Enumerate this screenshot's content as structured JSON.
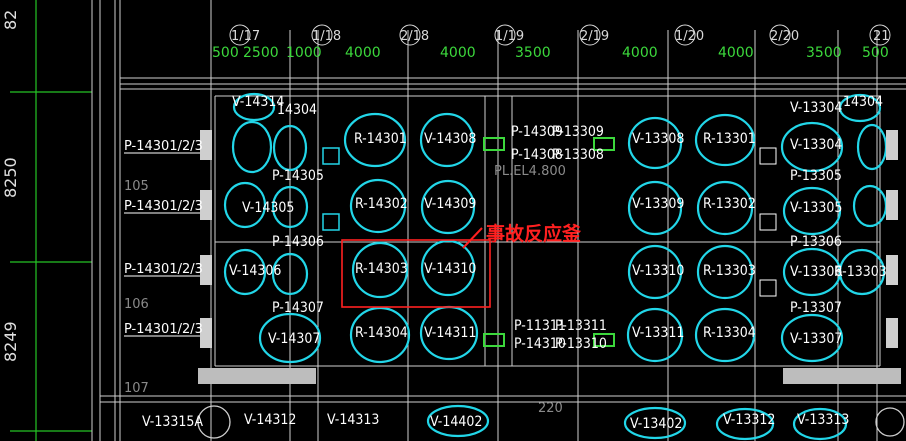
{
  "grid_axes": [
    {
      "label": "1/17"
    },
    {
      "label": "1/18"
    },
    {
      "label": "2/18"
    },
    {
      "label": "1/19"
    },
    {
      "label": "2/19"
    },
    {
      "label": "1/20"
    },
    {
      "label": "2/20"
    },
    {
      "label": "21"
    }
  ],
  "spacing_dims": [
    "500",
    "2500",
    "1000",
    "4000",
    "4000",
    "3500",
    "4000",
    "4000",
    "3500",
    "500"
  ],
  "left_dims": [
    {
      "text": "82"
    },
    {
      "text": "8250"
    },
    {
      "text": "8249"
    }
  ],
  "elevation_label": "PL.EL4.800",
  "reactor_note": "事故反应釜",
  "vessels": [
    {
      "label": "V-14314"
    },
    {
      "label": "14304"
    },
    {
      "label": "V-13304"
    },
    {
      "label": "14304"
    },
    {
      "label": "R-14301"
    },
    {
      "label": "V-14308"
    },
    {
      "label": "P-14309"
    },
    {
      "label": "P-13309"
    },
    {
      "label": "P-14308"
    },
    {
      "label": "P-13308"
    },
    {
      "label": "V-13308"
    },
    {
      "label": "R-13301"
    },
    {
      "label": "V-13304"
    },
    {
      "label": "P-13305"
    },
    {
      "label": "P-14305"
    },
    {
      "label": "V-14305"
    },
    {
      "label": "R-14302"
    },
    {
      "label": "V-14309"
    },
    {
      "label": "V-13309"
    },
    {
      "label": "R-13302"
    },
    {
      "label": "V-13305"
    },
    {
      "label": "P-14306"
    },
    {
      "label": "P-13306"
    },
    {
      "label": "V-14306"
    },
    {
      "label": "R-14303"
    },
    {
      "label": "V-14310"
    },
    {
      "label": "V-13310"
    },
    {
      "label": "R-13303"
    },
    {
      "label": "V-13306"
    },
    {
      "label": "R-13303"
    },
    {
      "label": "P-14307"
    },
    {
      "label": "P-13307"
    },
    {
      "label": "V-14307"
    },
    {
      "label": "R-14304"
    },
    {
      "label": "V-14311"
    },
    {
      "label": "P-11311"
    },
    {
      "label": "P-13311"
    },
    {
      "label": "P-14310"
    },
    {
      "label": "P-13310"
    },
    {
      "label": "V-13311"
    },
    {
      "label": "R-13304"
    },
    {
      "label": "V-13307"
    },
    {
      "label": "V-13315A"
    },
    {
      "label": "V-14312"
    },
    {
      "label": "V-14313"
    },
    {
      "label": "V-14402"
    },
    {
      "label": "V-13402"
    },
    {
      "label": "V-13312"
    },
    {
      "label": "V-13313"
    }
  ],
  "pump_groups": [
    {
      "label": "P-14301/2/3"
    },
    {
      "label": "P-14301/2/3"
    },
    {
      "label": "P-14301/2/3"
    },
    {
      "label": "P-14301/2/3"
    }
  ],
  "floor_marks": [
    "105",
    "106",
    "107",
    "220"
  ],
  "colors": {
    "background": "#000000",
    "equipment": "#22d6e8",
    "grid_text": "#3cd83c",
    "highlight": "#ff2020"
  }
}
